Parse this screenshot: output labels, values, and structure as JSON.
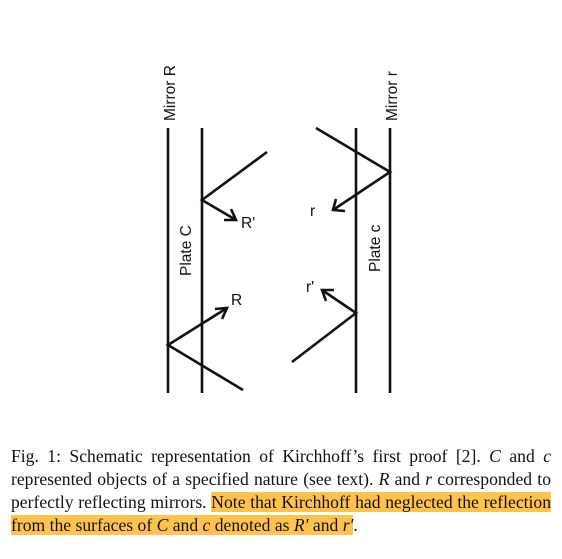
{
  "figure": {
    "mirror_left_label": "Mirror R",
    "mirror_right_label": "Mirror r",
    "plate_left_label": "Plate C",
    "plate_right_label": "Plate c",
    "ray_R_prime_label": "R'",
    "ray_R_label": "R",
    "ray_r_label": "r",
    "ray_r_prime_label": "r'"
  },
  "caption": {
    "fig_number": "Fig. 1:",
    "text_1": " Schematic representation of Kirchhoff’s first proof [2]. ",
    "sym_C1": "C",
    "text_2": " and ",
    "sym_c1": "c",
    "text_3": " represented objects of a specified nature (see text). ",
    "sym_R1": "R",
    "text_4": " and ",
    "sym_r1": "r",
    "text_5": " corresponded to perfectly reflecting mirrors. ",
    "highlight_1": "Note that Kirchhoff had neglected the reflection from the surfaces of ",
    "sym_C2": "C",
    "highlight_2": " and ",
    "sym_c2": "c",
    "highlight_3": " denoted as ",
    "sym_R_prime": "R′",
    "highlight_4": " and ",
    "sym_r_prime": "r′",
    "text_end": ".",
    "highlight_color": "#ffc34d"
  }
}
